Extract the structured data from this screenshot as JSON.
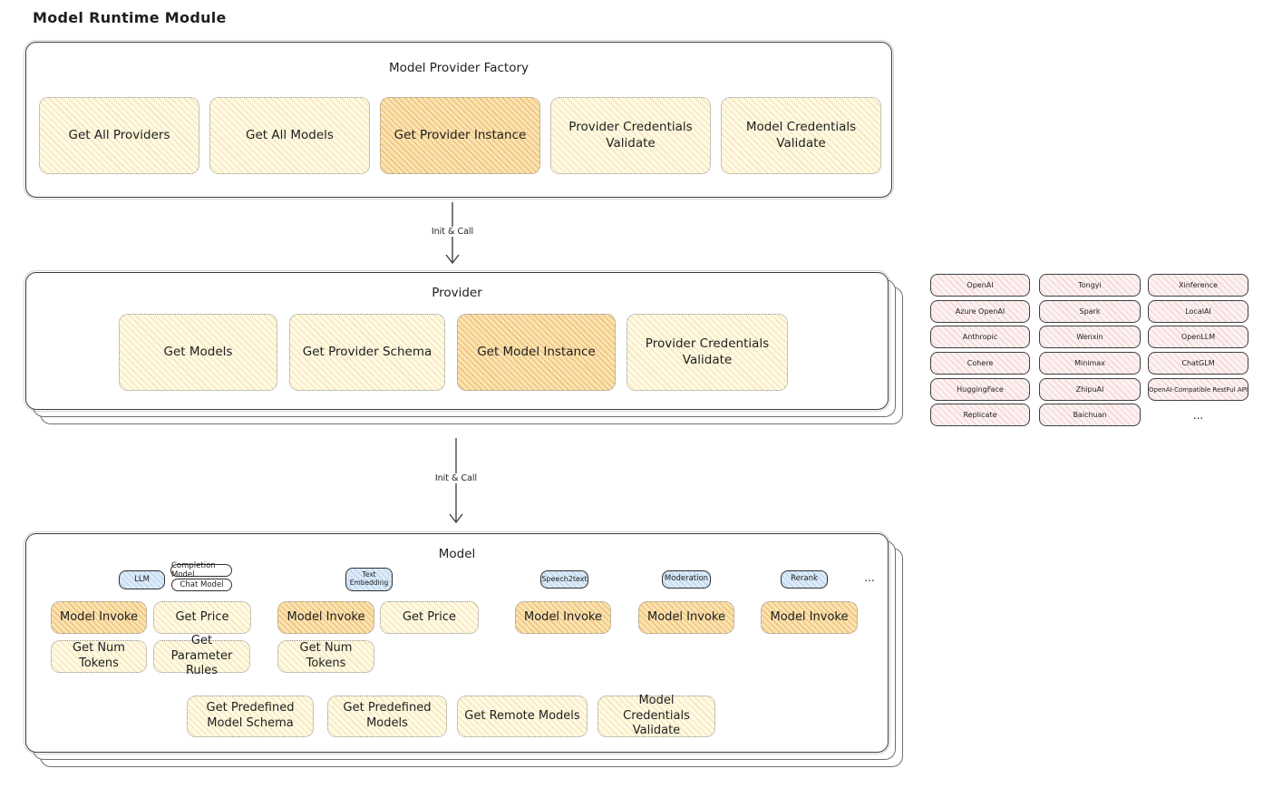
{
  "title": "Model Runtime Module",
  "colors": {
    "node_fill": "#FFFAE6",
    "node_highlight_fill": "#FAE4B4",
    "tab_fill": "#DDEBF8",
    "provider_pill_fill": "#FCF2F2",
    "stroke": "#1e1e1e"
  },
  "factory": {
    "title": "Model Provider Factory",
    "buttons": [
      {
        "label": "Get All Providers",
        "highlighted": false
      },
      {
        "label": "Get All Models",
        "highlighted": false
      },
      {
        "label": "Get Provider Instance",
        "highlighted": true
      },
      {
        "label": "Provider Credentials Validate",
        "highlighted": false
      },
      {
        "label": "Model Credentials Validate",
        "highlighted": false
      }
    ]
  },
  "arrow1": {
    "label": "Init & Call"
  },
  "arrow2": {
    "label": "Init & Call"
  },
  "provider": {
    "title": "Provider",
    "buttons": [
      {
        "label": "Get Models",
        "highlighted": false
      },
      {
        "label": "Get Provider Schema",
        "highlighted": false
      },
      {
        "label": "Get Model Instance",
        "highlighted": true
      },
      {
        "label": "Provider Credentials Validate",
        "highlighted": false
      }
    ]
  },
  "providers_grid": {
    "rows": [
      [
        "OpenAI",
        "Tongyi",
        "Xinference"
      ],
      [
        "Azure OpenAI",
        "Spark",
        "LocalAI"
      ],
      [
        "Anthropic",
        "Wenxin",
        "OpenLLM"
      ],
      [
        "Cohere",
        "Minimax",
        "ChatGLM"
      ],
      [
        "HuggingFace",
        "ZhipuAI",
        "OpenAI-Compatible RestFul API"
      ],
      [
        "Replicate",
        "Baichuan",
        "..."
      ]
    ]
  },
  "model": {
    "title": "Model",
    "groups": [
      {
        "tab": "LLM",
        "chips": [
          "Completion Model",
          "Chat Model"
        ],
        "buttons": [
          "Model Invoke",
          "Get Price",
          "Get Num Tokens",
          "Get Parameter Rules"
        ]
      },
      {
        "tab": "Text Embedding",
        "buttons": [
          "Model Invoke",
          "Get Price",
          "Get Num Tokens"
        ]
      },
      {
        "tab": "Speech2text",
        "buttons": [
          "Model Invoke"
        ]
      },
      {
        "tab": "Moderation",
        "buttons": [
          "Model Invoke"
        ]
      },
      {
        "tab": "Rerank",
        "buttons": [
          "Model Invoke"
        ]
      }
    ],
    "tabs_ellipsis": "...",
    "bottom_buttons": [
      "Get Predefined Model Schema",
      "Get Predefined Models",
      "Get Remote Models",
      "Model Credentials Validate"
    ]
  }
}
